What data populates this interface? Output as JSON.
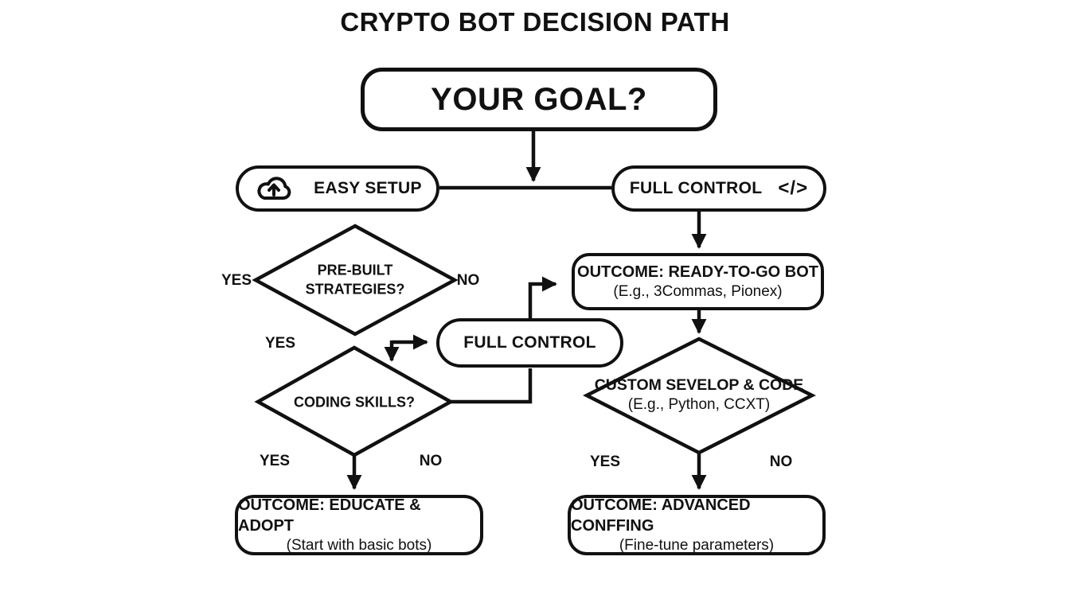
{
  "title": "CRYPTO BOT DECISION PATH",
  "colors": {
    "ink": "#111111",
    "background": "#ffffff"
  },
  "nodes": {
    "goal": {
      "label": "YOUR GOAL?"
    },
    "easy_setup": {
      "label": "EASY SETUP",
      "icon": "cloud-upload"
    },
    "full_control_branch": {
      "label": "FULL CONTROL",
      "icon": "code",
      "icon_glyph": "</>"
    },
    "prebuilt_strategies": {
      "line1": "PRE-BUILT",
      "line2": "STRATEGIES?"
    },
    "full_control_mid": {
      "label": "FULL CONTROL"
    },
    "coding_skills": {
      "label": "CODING SKILLS?"
    },
    "ready_bot": {
      "line1": "OUTCOME: READY-TO-GO BOT",
      "line2": "(E.g., 3Commas, Pionex)"
    },
    "custom_code": {
      "line1": "CUSTOM SEVELOP & CODE",
      "line2": "(E.g., Python, CCXT)"
    },
    "educate": {
      "line1": "OUTCOME: EDUCATE & ADOPT",
      "line2": "(Start with basic bots)"
    },
    "advanced": {
      "line1": "OUTCOME: ADVANCED CONFFING",
      "line2": "(Fine-tune parameters)"
    }
  },
  "edge_labels": {
    "prebuilt_yes": "YES",
    "prebuilt_no": "NO",
    "mid_yes": "YES",
    "coding_yes": "YES",
    "coding_no": "NO",
    "custom_yes": "YES",
    "custom_no": "NO"
  }
}
